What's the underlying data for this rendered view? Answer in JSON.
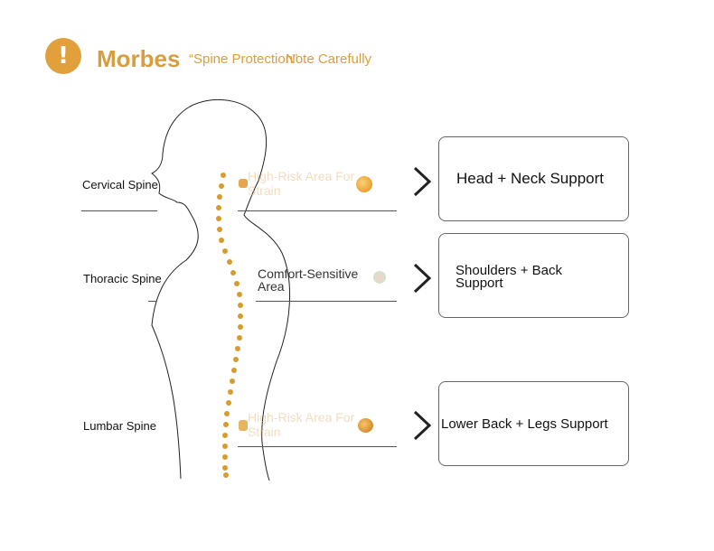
{
  "header": {
    "badge_symbol": "!",
    "brand": "Morbes",
    "tagline_part1": "“Spine Protection”",
    "tagline_part2": "Note Carefully",
    "accent_color": "#e2a03c"
  },
  "regions": [
    {
      "label": "Cervical Spine",
      "zone_text": "High-Risk Area For Strain",
      "support": "Head + Neck Support"
    },
    {
      "label": "Thoracic Spine",
      "zone_text": "Comfort-Sensitive Area",
      "support": "Shoulders + Back Support"
    },
    {
      "label": "Lumbar Spine",
      "zone_text": "High-Risk Area For Strain",
      "support": "Lower Back + Legs Support"
    }
  ],
  "icons": {
    "badge": "exclamation-icon",
    "arrow": "chevron-right-icon",
    "risk": "warning-orb-icon",
    "comfort": "comfort-icon"
  }
}
